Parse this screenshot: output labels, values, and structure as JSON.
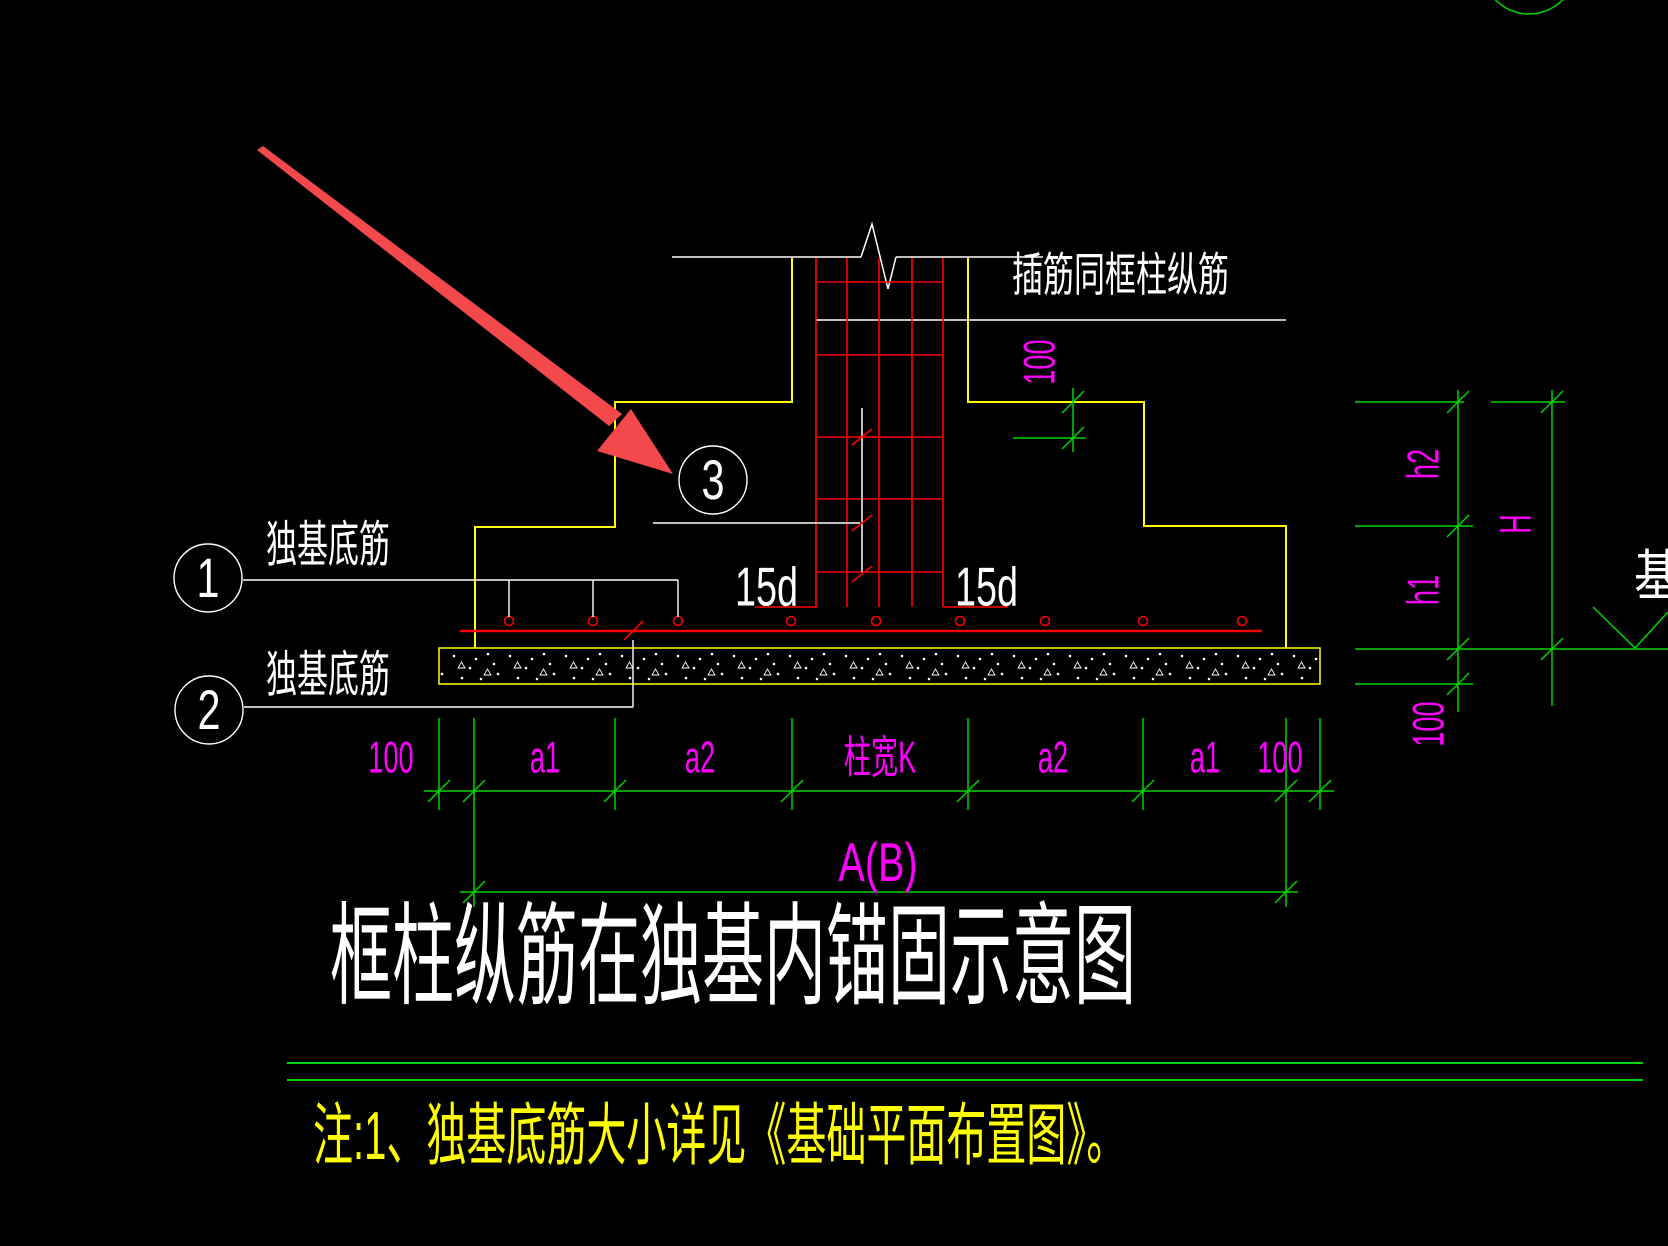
{
  "colors": {
    "background": "#000000",
    "foundation_outline": "#ffff00",
    "rebar": "#ff0000",
    "dimension_lines": "#00d500",
    "dimension_text": "#ff00ff",
    "annotation_text": "#ffffff",
    "note_text": "#ffff00",
    "pointer_arrow": "#f4494c"
  },
  "title": {
    "text": "框柱纵筋在独基内锚固示意图"
  },
  "note": {
    "text": "注:1、独基底筋大小详见《基础平面布置图》。"
  },
  "callouts": {
    "c1": "1",
    "c2": "2",
    "c3": "3"
  },
  "labels": {
    "insert_bar": "插筋同框柱纵筋",
    "footing_rebar_1": "独基底筋",
    "footing_rebar_2": "独基底筋",
    "anchor_left": "15d",
    "anchor_right": "15d",
    "base_clipped": "基"
  },
  "dims": {
    "bottom": [
      "100",
      "a1",
      "a2",
      "柱宽K",
      "a2",
      "a1",
      "100"
    ],
    "overall": "A(B)",
    "col_offset": "100",
    "h2": "h2",
    "h1": "h1",
    "pad_thickness": "100",
    "H": "H"
  }
}
